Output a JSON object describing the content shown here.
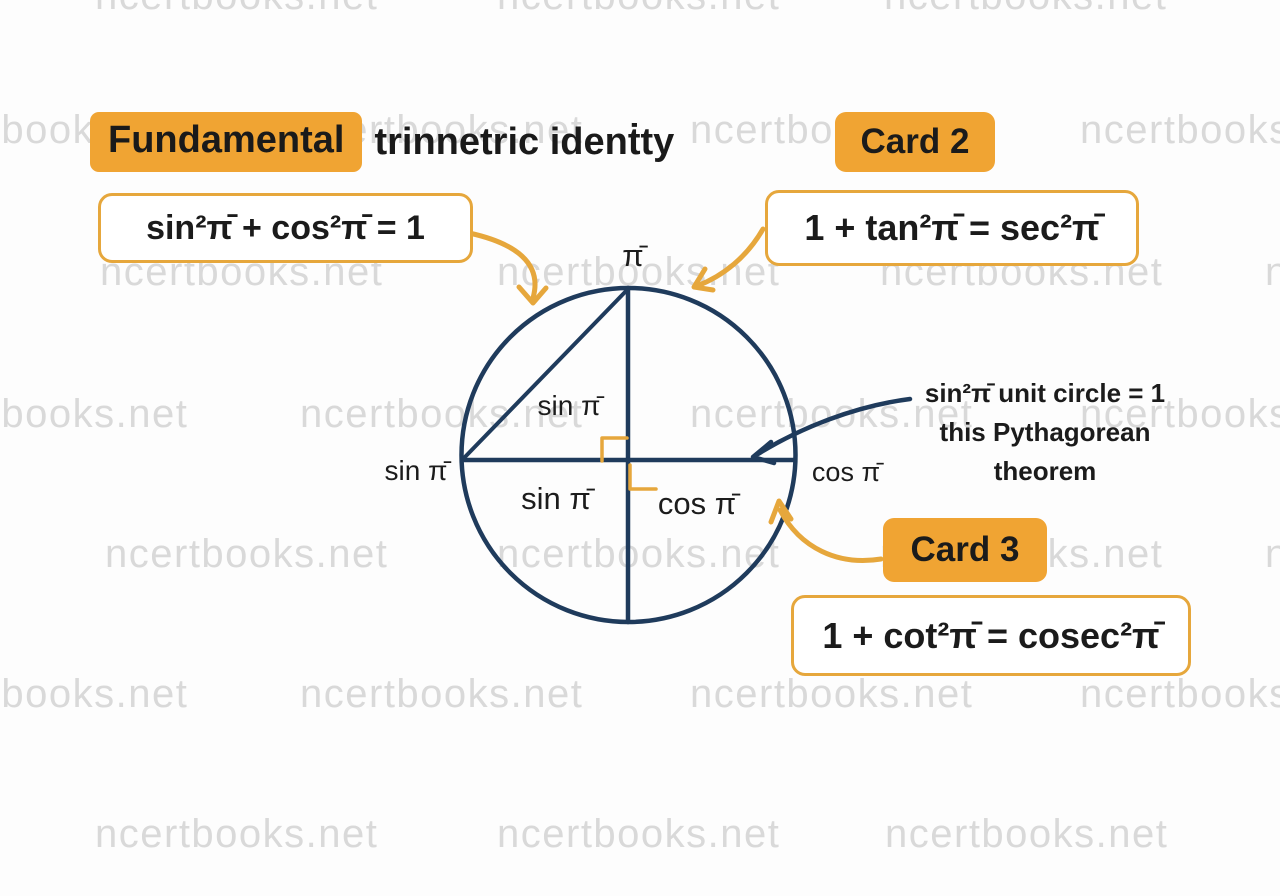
{
  "watermark": {
    "text": "ncertbooks.net"
  },
  "title": {
    "highlight": "Fundamental",
    "rest": "trinnetric idenṫty"
  },
  "cards": {
    "card1": {
      "formula": "sin²π̄ + cos²π̄ = 1"
    },
    "card2": {
      "label": "Card 2",
      "formula": "1 + tan²π̄ = sec²π̄"
    },
    "card3": {
      "label": "Card 3",
      "formula": "1 + cot²π̄ = cosec²π̄"
    }
  },
  "circle_labels": {
    "top": "π̄",
    "inner_upper": "sin π̄",
    "outer_left": "sin π̄",
    "inner_lower_left": "sin π̄",
    "inner_lower_right": "cos π̄",
    "outer_right": "cos π̄"
  },
  "annotation": {
    "line1": "sin²π̄ unit circle = 1",
    "line2": "this Pythagorean",
    "line3": "theorem"
  },
  "colors": {
    "accent_orange": "#f0a433",
    "gold_border": "#e6a73c",
    "navy": "#1f3b5c",
    "watermark_gray": "#d9d9d9",
    "ink": "#1a1a1a"
  }
}
